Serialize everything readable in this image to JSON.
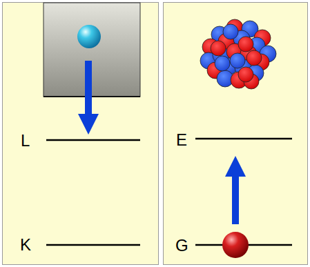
{
  "diagram": {
    "labels": [
      "L",
      "K",
      "E",
      "G"
    ]
  }
}
